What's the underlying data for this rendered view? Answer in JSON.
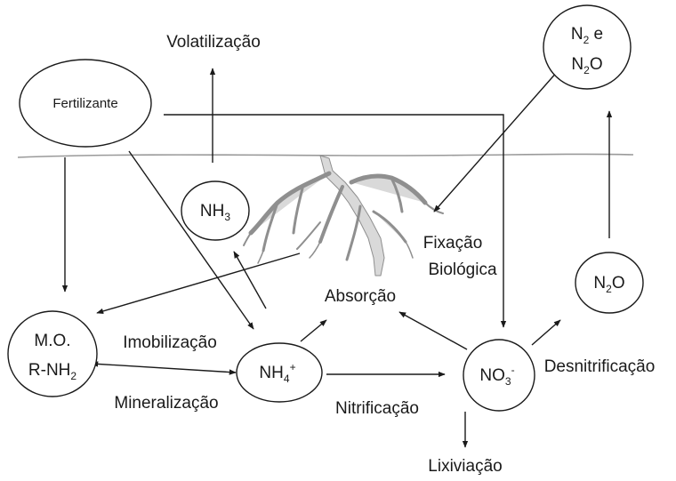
{
  "nodes": {
    "fertilizante": "Fertilizante",
    "n2_n2o_line1_main": "N",
    "n2_n2o_line1_sub": "2",
    "n2_n2o_line1_rest": " e",
    "n2_n2o_line2_main": "N",
    "n2_n2o_line2_sub": "2",
    "n2_n2o_line2_rest": "O",
    "nh3_main": "NH",
    "nh3_sub": "3",
    "n2o_main": "N",
    "n2o_sub": "2",
    "n2o_rest": "O",
    "mo_line1": "M.O.",
    "mo_line2_main": "R-NH",
    "mo_line2_sub": "2",
    "nh4_main": "NH",
    "nh4_sub": "4",
    "nh4_sup": "+",
    "no3_main": "NO",
    "no3_sub": "3",
    "no3_sup": "-"
  },
  "labels": {
    "volatilizacao": "Volatilização",
    "fixacao": "Fixação",
    "biologica": "Biológica",
    "absorcao": "Absorção",
    "imobilizacao": "Imobilização",
    "mineralizacao": "Mineralização",
    "nitrificacao": "Nitrificação",
    "desnitrificacao": "Desnitrificação",
    "lixiviacao": "Lixiviação"
  },
  "colors": {
    "line": "#1a1a1a",
    "soil": "#9a9a9a",
    "root_fill": "#d9d9d9",
    "root_stroke": "#8f8f8f"
  }
}
